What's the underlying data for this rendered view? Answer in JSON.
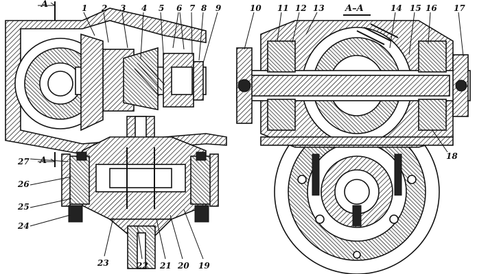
{
  "section_marks": {
    "top_left": "A",
    "mid_left": "A",
    "section_title": "A–A"
  },
  "labels_top_left": [
    "1",
    "2",
    "3",
    "4",
    "5",
    "6",
    "7",
    "8",
    "9"
  ],
  "labels_top_right": [
    "10",
    "11",
    "12",
    "13",
    "14",
    "15",
    "16",
    "17"
  ],
  "label_right_18": "18",
  "labels_left_side": [
    "27",
    "26",
    "25",
    "24"
  ],
  "labels_bottom": [
    "23",
    "22",
    "21",
    "20",
    "19"
  ]
}
